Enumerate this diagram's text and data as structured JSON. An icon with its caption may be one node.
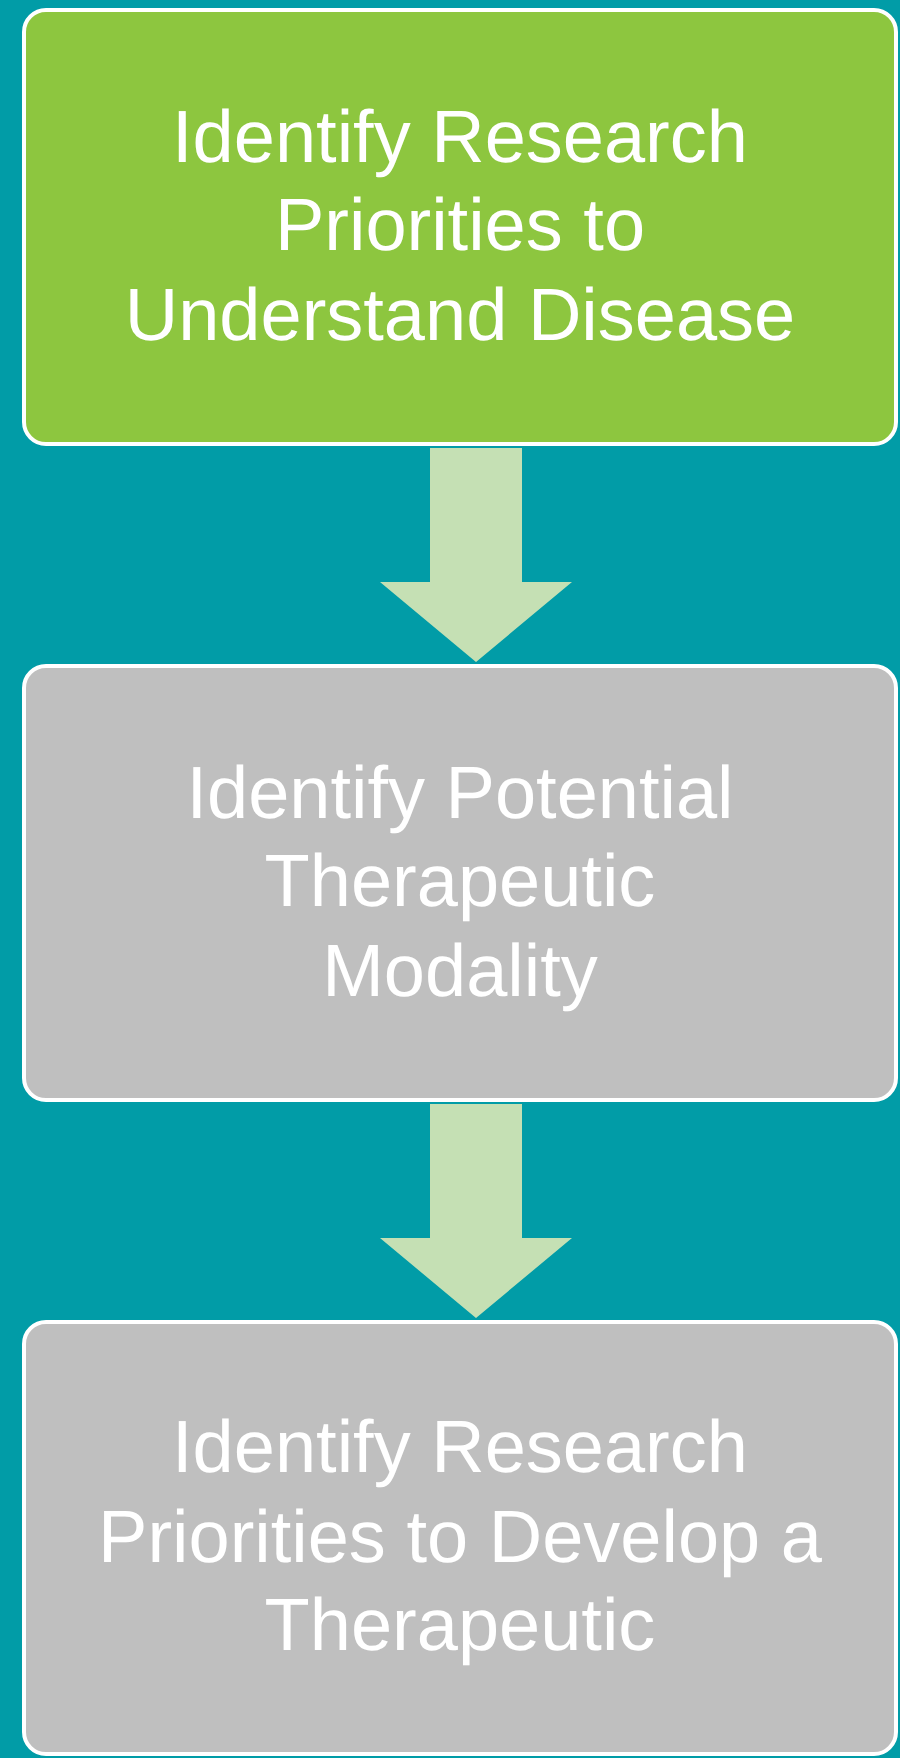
{
  "diagram": {
    "nodes": [
      {
        "text": [
          "Identify Research Priorities to Understand Disease"
        ]
      },
      {
        "text": [
          "Identify Potential Therapeutic Modality"
        ]
      },
      {
        "text": [
          "Identify Research Priorities to Develop a Therapeutic"
        ]
      }
    ],
    "edges": [
      {
        "from": 0,
        "to": 1,
        "arrow": "to"
      },
      {
        "from": 1,
        "to": 2,
        "arrow": "to"
      }
    ]
  }
}
